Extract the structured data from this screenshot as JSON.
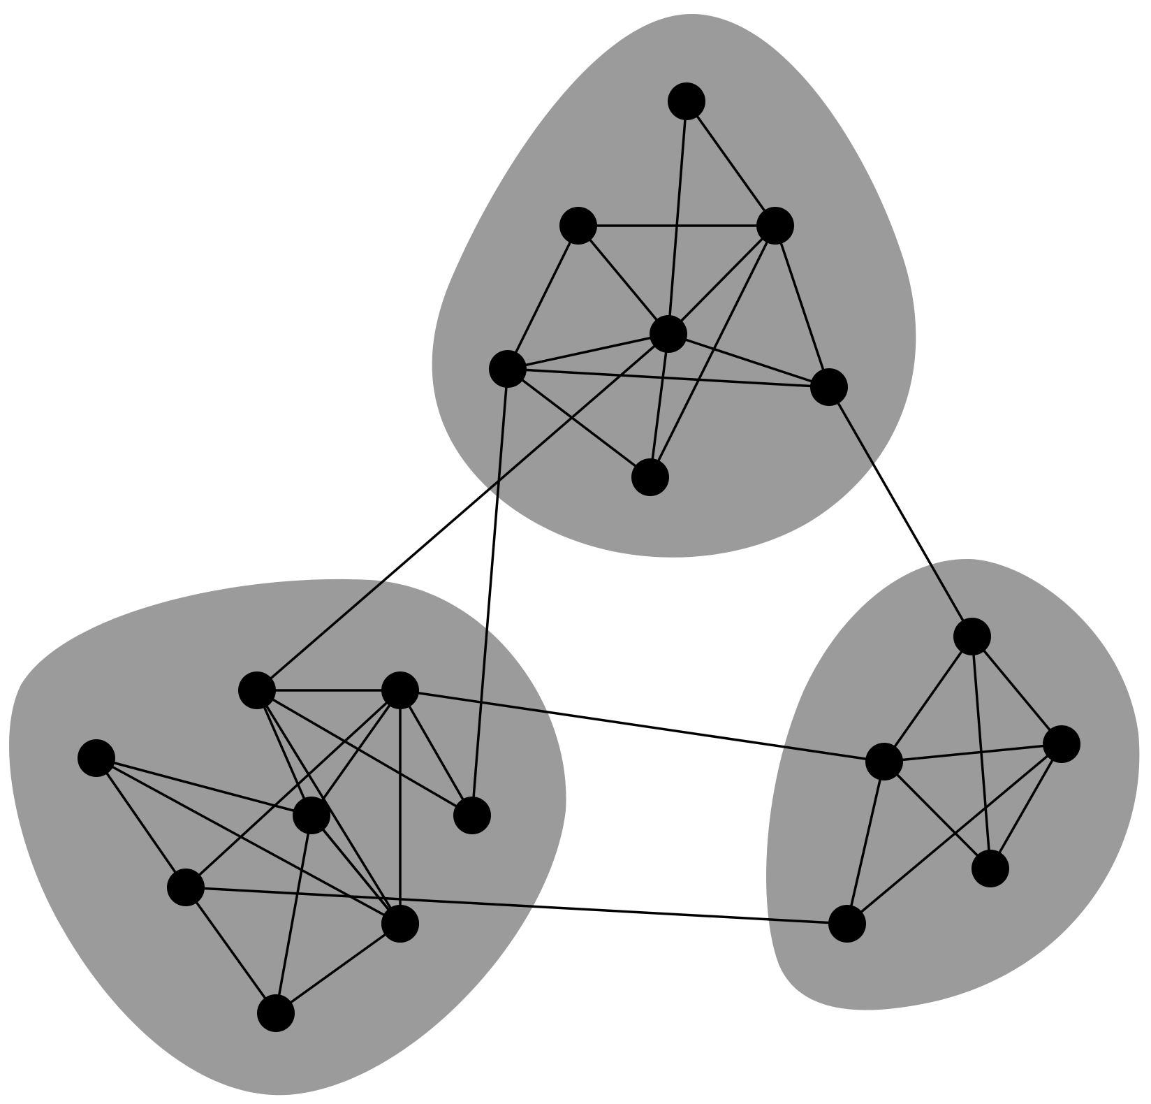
{
  "colors": {
    "background": "#ffffff",
    "community_fill": "#9b9b9b",
    "node": "#000000",
    "edge": "#000000"
  },
  "communities": [
    {
      "id": "top",
      "nodes": [
        "t1",
        "t2",
        "t3",
        "t4",
        "t5",
        "t6",
        "t7"
      ]
    },
    {
      "id": "bottom-left",
      "nodes": [
        "l1",
        "l2",
        "l3",
        "l4",
        "l5",
        "l6",
        "l7",
        "l8",
        "l9"
      ]
    },
    {
      "id": "right",
      "nodes": [
        "r1",
        "r2",
        "r3",
        "r4",
        "r5"
      ]
    }
  ],
  "edges": [
    [
      "t1",
      "t3"
    ],
    [
      "t1",
      "t4"
    ],
    [
      "t2",
      "t3"
    ],
    [
      "t2",
      "t4"
    ],
    [
      "t2",
      "t5"
    ],
    [
      "t3",
      "t4"
    ],
    [
      "t3",
      "t6"
    ],
    [
      "t3",
      "t7"
    ],
    [
      "t4",
      "t5"
    ],
    [
      "t4",
      "t6"
    ],
    [
      "t4",
      "t7"
    ],
    [
      "t5",
      "t6"
    ],
    [
      "t5",
      "t7"
    ],
    [
      "l1",
      "l2"
    ],
    [
      "l1",
      "l4"
    ],
    [
      "l1",
      "l5"
    ],
    [
      "l1",
      "l7"
    ],
    [
      "l2",
      "l4"
    ],
    [
      "l2",
      "l5"
    ],
    [
      "l2",
      "l6"
    ],
    [
      "l2",
      "l8"
    ],
    [
      "l3",
      "l4"
    ],
    [
      "l3",
      "l6"
    ],
    [
      "l3",
      "l8"
    ],
    [
      "l4",
      "l6"
    ],
    [
      "l4",
      "l7"
    ],
    [
      "l4",
      "l9"
    ],
    [
      "l7",
      "l9"
    ],
    [
      "l8",
      "l9"
    ],
    [
      "r1",
      "r2"
    ],
    [
      "r1",
      "r3"
    ],
    [
      "r1",
      "r4"
    ],
    [
      "r2",
      "r3"
    ],
    [
      "r2",
      "r4"
    ],
    [
      "r2",
      "r5"
    ],
    [
      "r3",
      "r4"
    ],
    [
      "r3",
      "r5"
    ],
    [
      "t4",
      "l1"
    ],
    [
      "t5",
      "l5"
    ],
    [
      "t6",
      "r1"
    ],
    [
      "l2",
      "r2"
    ],
    [
      "l8",
      "r5"
    ]
  ]
}
